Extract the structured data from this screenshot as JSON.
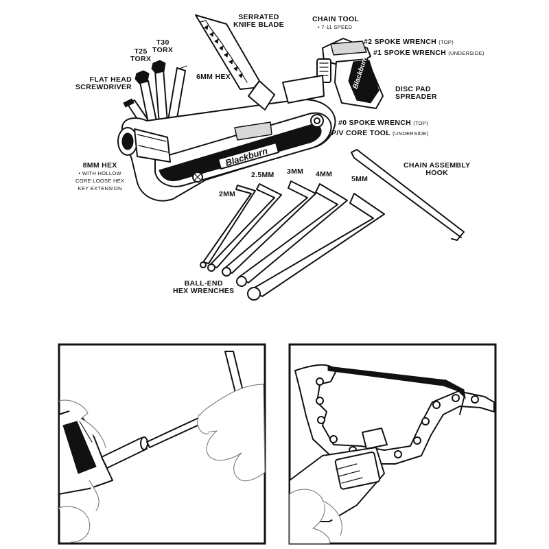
{
  "labels": {
    "serrated_knife": [
      "SERRATED",
      "KNIFE BLADE"
    ],
    "chain_tool": "CHAIN TOOL",
    "chain_tool_sub": "• 7-11 SPEED",
    "spoke2": "#2 SPOKE WRENCH",
    "spoke2_sub": "(TOP)",
    "spoke1": "#1 SPOKE WRENCH",
    "spoke1_sub": "(UNDERSIDE)",
    "t30": [
      "T30",
      "TORX"
    ],
    "t25": [
      "T25",
      "TORX"
    ],
    "hex6": "6MM HEX",
    "flathead": [
      "FLAT HEAD",
      "SCREWDRIVER"
    ],
    "disc_pad": [
      "DISC PAD",
      "SPREADER"
    ],
    "spoke0": "#0 SPOKE WRENCH",
    "spoke0_sub": "(TOP)",
    "pv_core": "P/V CORE TOOL",
    "pv_core_sub": "(UNDERSIDE)",
    "hex8": "8MM HEX",
    "hex8_sub": [
      "• WITH HOLLOW",
      "CORE LOOSE HEX",
      "KEY EXTENSION"
    ],
    "chain_hook": [
      "CHAIN ASSEMBLY",
      "HOOK"
    ],
    "size_25": "2.5MM",
    "size_3": "3MM",
    "size_4": "4MM",
    "size_5": "5MM",
    "size_2": "2MM",
    "ball_end": [
      "BALL-END",
      "HEX WRENCHES"
    ]
  },
  "brand": "Blackburn",
  "colors": {
    "ink": "#111111",
    "paper": "#ffffff",
    "shade": "#d8d8d8"
  }
}
